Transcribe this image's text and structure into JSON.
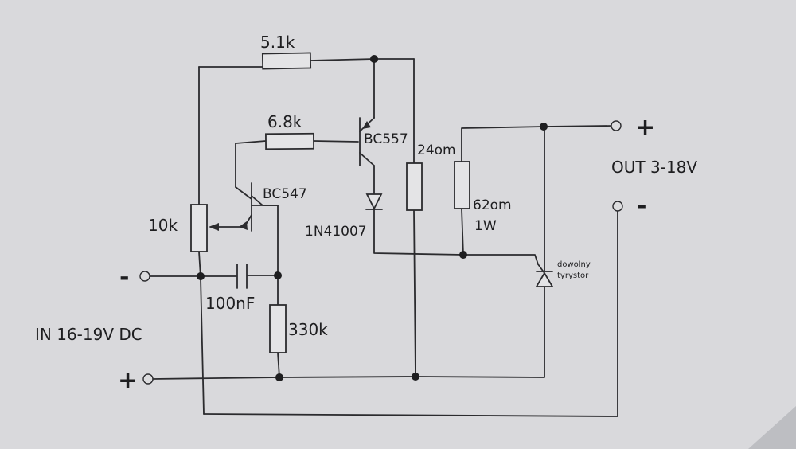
{
  "labels": {
    "r_top": "5.1k",
    "r_base": "6.8k",
    "q_pnp": "BC557",
    "q_npn": "BC547",
    "pot": "10k",
    "r_24": "24om",
    "r_62": "62om",
    "r_62_power": "1W",
    "diode": "1N41007",
    "cap": "100nF",
    "r_330": "330k",
    "thyristor_line1": "dowolny",
    "thyristor_line2": "tyrystor",
    "out_range": "OUT 3-18V",
    "in_range": "IN  16-19V DC",
    "out_plus": "+",
    "out_minus": "-",
    "in_minus": "-",
    "in_plus": "+"
  }
}
